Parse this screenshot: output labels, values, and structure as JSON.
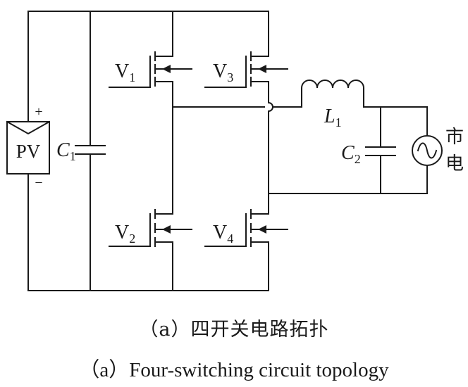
{
  "diagram": {
    "pv_label": "PV",
    "pv_plus": "+",
    "pv_minus": "−",
    "c1_letter": "C",
    "c1_sub": "1",
    "c2_letter": "C",
    "c2_sub": "2",
    "l1_letter": "L",
    "l1_sub": "1",
    "v1_letter": "V",
    "v1_sub": "1",
    "v2_letter": "V",
    "v2_sub": "2",
    "v3_letter": "V",
    "v3_sub": "3",
    "v4_letter": "V",
    "v4_sub": "4",
    "grid_label_1": "市",
    "grid_label_2": "电"
  },
  "caption": {
    "chinese": "（a）四开关电路拓扑",
    "english": "（a）Four-switching circuit topology"
  }
}
